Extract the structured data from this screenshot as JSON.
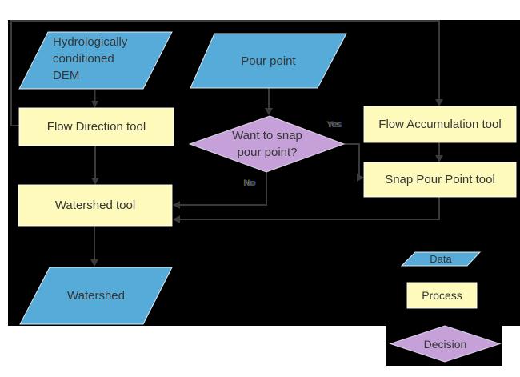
{
  "nodes": {
    "dem": {
      "type": "data",
      "lines": [
        "Hydrologically",
        "conditioned",
        "DEM"
      ]
    },
    "pour_point": {
      "type": "data",
      "label": "Pour point"
    },
    "flow_direction": {
      "type": "process",
      "label": "Flow Direction tool"
    },
    "flow_accumulation": {
      "type": "process",
      "label": "Flow Accumulation tool"
    },
    "snap_pour_point": {
      "type": "process",
      "label": "Snap Pour Point tool"
    },
    "want_to_snap": {
      "type": "decision",
      "lines": [
        "Want to snap",
        "pour point?"
      ]
    },
    "watershed_tool": {
      "type": "process",
      "label": "Watershed tool"
    },
    "watershed": {
      "type": "data",
      "label": "Watershed"
    }
  },
  "edge_labels": {
    "yes": "Yes",
    "no": "No"
  },
  "edges": [
    {
      "from": "dem",
      "to": "flow_direction"
    },
    {
      "from": "flow_direction",
      "to": "flow_accumulation"
    },
    {
      "from": "flow_direction",
      "to": "watershed_tool"
    },
    {
      "from": "pour_point",
      "to": "want_to_snap"
    },
    {
      "from": "want_to_snap",
      "to": "snap_pour_point",
      "label": "Yes"
    },
    {
      "from": "want_to_snap",
      "to": "watershed_tool",
      "label": "No"
    },
    {
      "from": "flow_accumulation",
      "to": "snap_pour_point"
    },
    {
      "from": "snap_pour_point",
      "to": "watershed_tool"
    },
    {
      "from": "watershed_tool",
      "to": "watershed"
    }
  ],
  "legend": {
    "data_label": "Data",
    "process_label": "Process",
    "decision_label": "Decision"
  },
  "colors": {
    "data_fill": "#56abd9",
    "process_fill": "#fdfabb",
    "decision_fill": "#c6a0d9",
    "connector": "#3a3a3a",
    "canvas_background": "#000000",
    "page_background": "#ffffff",
    "label_text": "#363636"
  }
}
